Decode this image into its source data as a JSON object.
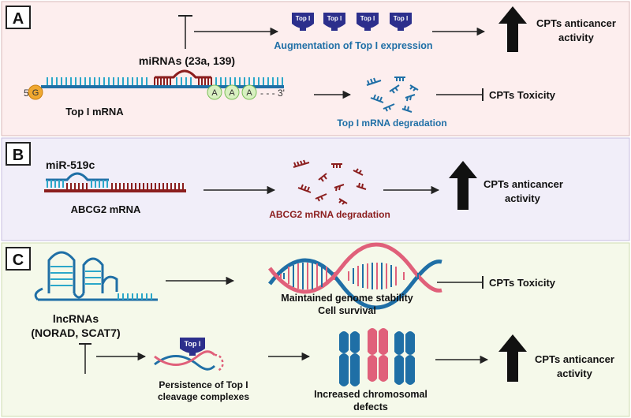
{
  "colors": {
    "panel_a_bg": "#fdeeee",
    "panel_b_bg": "#f1eef9",
    "panel_c_bg": "#f5f9ea",
    "blue": "#1f6fa6",
    "teal": "#2aa7c9",
    "dark_red": "#8b1e1e",
    "navy": "#2c2f8c",
    "pink": "#e0607a",
    "orange": "#f0a830",
    "green_circle": "#d8f0c0"
  },
  "panel_a": {
    "label": "A",
    "top_badge": "Top I",
    "augmentation": "Augmentation of Top I expression",
    "outcome_anticancer_line1": "CPTs anticancer",
    "outcome_anticancer_line2": "activity",
    "mirnas": "miRNAs (23a, 139)",
    "five_prime": "5'",
    "cap": "G",
    "poly_a": "A",
    "three_prime": "- - - 3'",
    "mrna_label": "Top I mRNA",
    "degradation": "Top I mRNA degradation",
    "toxicity": "CPTs Toxicity"
  },
  "panel_b": {
    "label": "B",
    "mirna": "miR-519c",
    "mrna_label": "ABCG2 mRNA",
    "degradation": "ABCG2 mRNA degradation",
    "outcome_line1": "CPTs anticancer",
    "outcome_line2": "activity"
  },
  "panel_c": {
    "label": "C",
    "lncrna_line1": "lncRNAs",
    "lncrna_line2": "(NORAD, SCAT7)",
    "genome_line1": "Maintained genome stability",
    "genome_line2": "Cell survival",
    "toxicity": "CPTs Toxicity",
    "top_badge": "Top I",
    "persistence_line1": "Persistence of Top I",
    "persistence_line2": "cleavage complexes",
    "chromo_line1": "Increased chromosomal",
    "chromo_line2": "defects",
    "outcome_line1": "CPTs anticancer",
    "outcome_line2": "activity"
  }
}
